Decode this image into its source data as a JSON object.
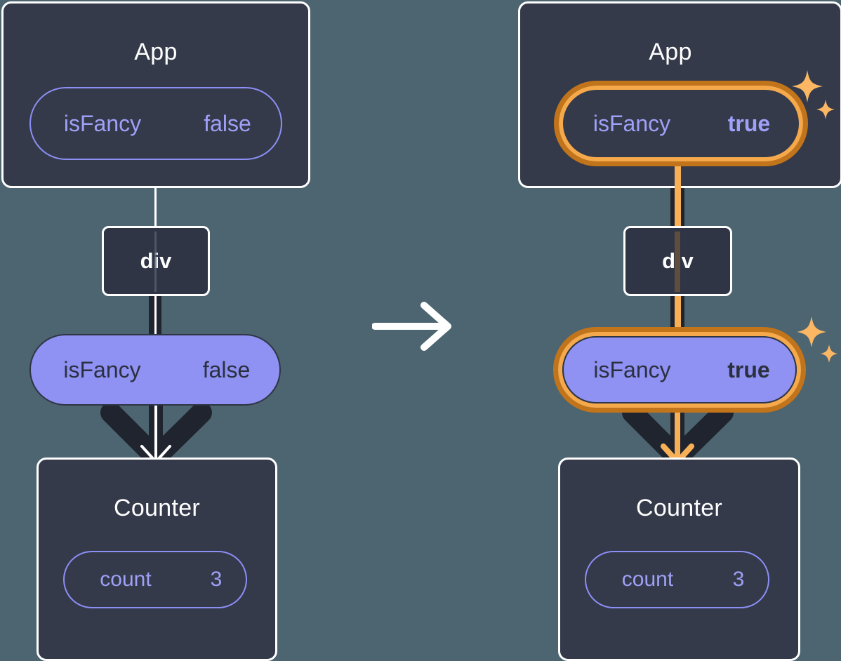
{
  "diagram": {
    "title": "React state propagation: isFancy false to true",
    "type": "component-tree-before-after",
    "background_color": "#4c6570",
    "accent_color": "#f5a94b",
    "accent_dark_color": "#c2741b",
    "pill_fill_color": "#8f92f2",
    "box_fill_color": "#343a4a",
    "transition_icon": "right-arrow-icon"
  },
  "panels": [
    {
      "id": "before",
      "app": {
        "title": "App",
        "state_pill": {
          "key": "isFancy",
          "value": "false",
          "style": "outline",
          "highlighted": false,
          "value_bold": false
        }
      },
      "div_node": {
        "label": "div"
      },
      "prop_pill": {
        "key": "isFancy",
        "value": "false",
        "style": "solid",
        "highlighted": false,
        "value_bold": false
      },
      "counter": {
        "title": "Counter",
        "state_pill": {
          "key": "count",
          "value": "3",
          "style": "outline",
          "highlighted": false,
          "value_bold": false
        }
      },
      "sparkles": false
    },
    {
      "id": "after",
      "app": {
        "title": "App",
        "state_pill": {
          "key": "isFancy",
          "value": "true",
          "style": "outline",
          "highlighted": true,
          "value_bold": true
        }
      },
      "div_node": {
        "label": "div"
      },
      "prop_pill": {
        "key": "isFancy",
        "value": "true",
        "style": "solid",
        "highlighted": true,
        "value_bold": true
      },
      "counter": {
        "title": "Counter",
        "state_pill": {
          "key": "count",
          "value": "3",
          "style": "outline",
          "highlighted": false,
          "value_bold": false
        }
      },
      "sparkles": true
    }
  ]
}
